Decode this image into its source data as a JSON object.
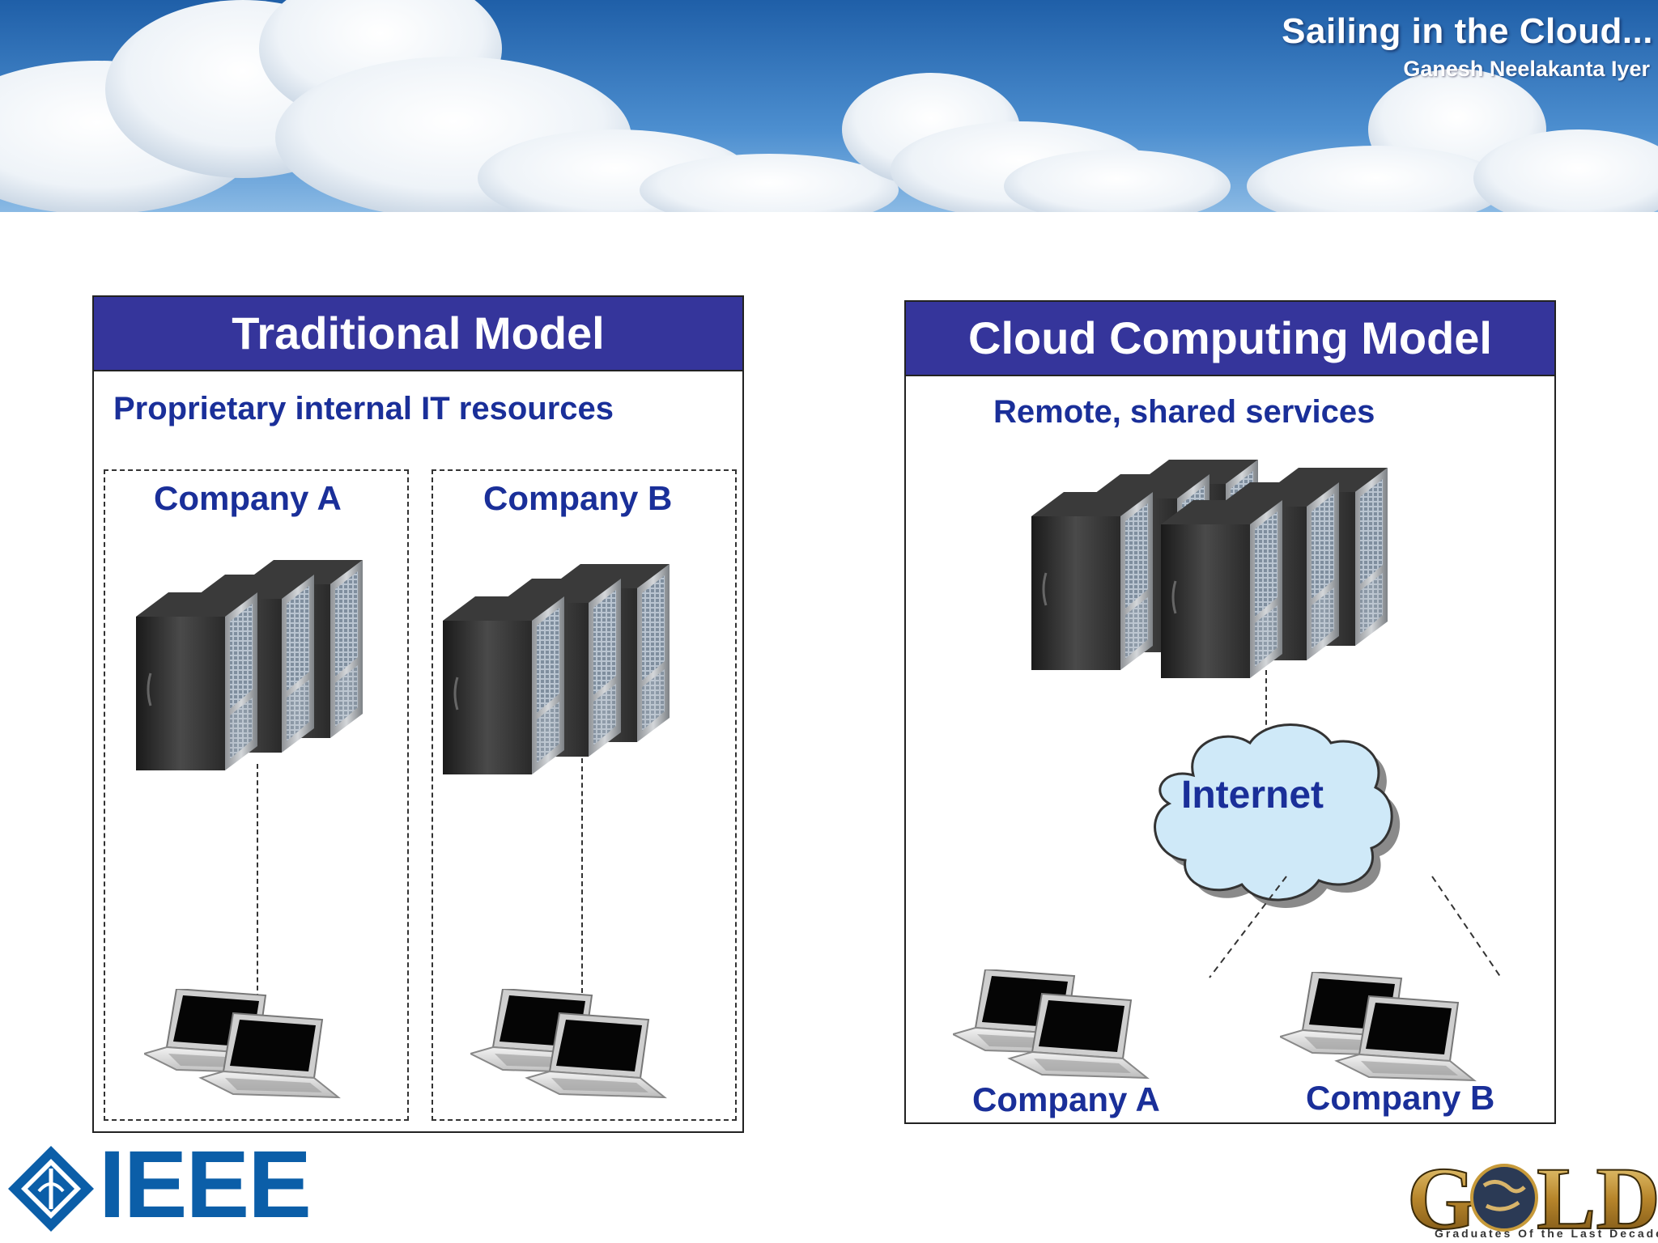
{
  "banner": {
    "title": "Sailing in the Cloud...",
    "author": "Ganesh Neelakanta Iyer"
  },
  "traditional": {
    "header": "Traditional Model",
    "subtitle": "Proprietary internal IT resources",
    "company_a": "Company A",
    "company_b": "Company B"
  },
  "cloud": {
    "header": "Cloud Computing Model",
    "subtitle": "Remote, shared services",
    "internet": "Internet",
    "company_a": "Company A",
    "company_b": "Company B"
  },
  "logos": {
    "ieee": "IEEE",
    "gold_tagline": "Graduates Of the Last Decade"
  },
  "colors": {
    "header_bg": "#35359b",
    "label_blue": "#1a2f99",
    "cloud_fill": "#cfe9f8"
  }
}
